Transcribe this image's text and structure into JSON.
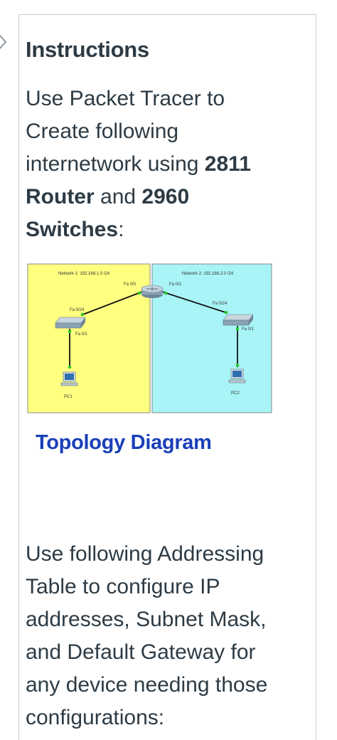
{
  "heading": "Instructions",
  "intro": {
    "part1": "Use Packet Tracer to Create following internetwork using ",
    "bold1": "2811 Router",
    "part2": " and ",
    "bold2": "2960 Switches",
    "part3": ":"
  },
  "diagram": {
    "network1_label": "Network 1: 192.168.1.0 /24",
    "network2_label": "Network 2: 192.168.2.0 /24",
    "router_left_port": "Fa 0/0",
    "router_right_port": "Fa 0/1",
    "switch1_uplink_port": "Fa 0/24",
    "switch1_host_port": "Fa 0/1",
    "switch2_uplink_port": "Fa 0/24",
    "switch2_host_port": "Fa 0/1",
    "pc1_label": "PC1",
    "pc2_label": "PC2",
    "colors": {
      "network1": "#ffff80",
      "network2": "#a8f4f6",
      "link": "#111111",
      "link_end": "#22cc22"
    }
  },
  "caption": "Topology Diagram",
  "outro": "Use following Addressing Table to configure IP addresses, Subnet Mask, and Default Gateway for any device needing those configurations:"
}
